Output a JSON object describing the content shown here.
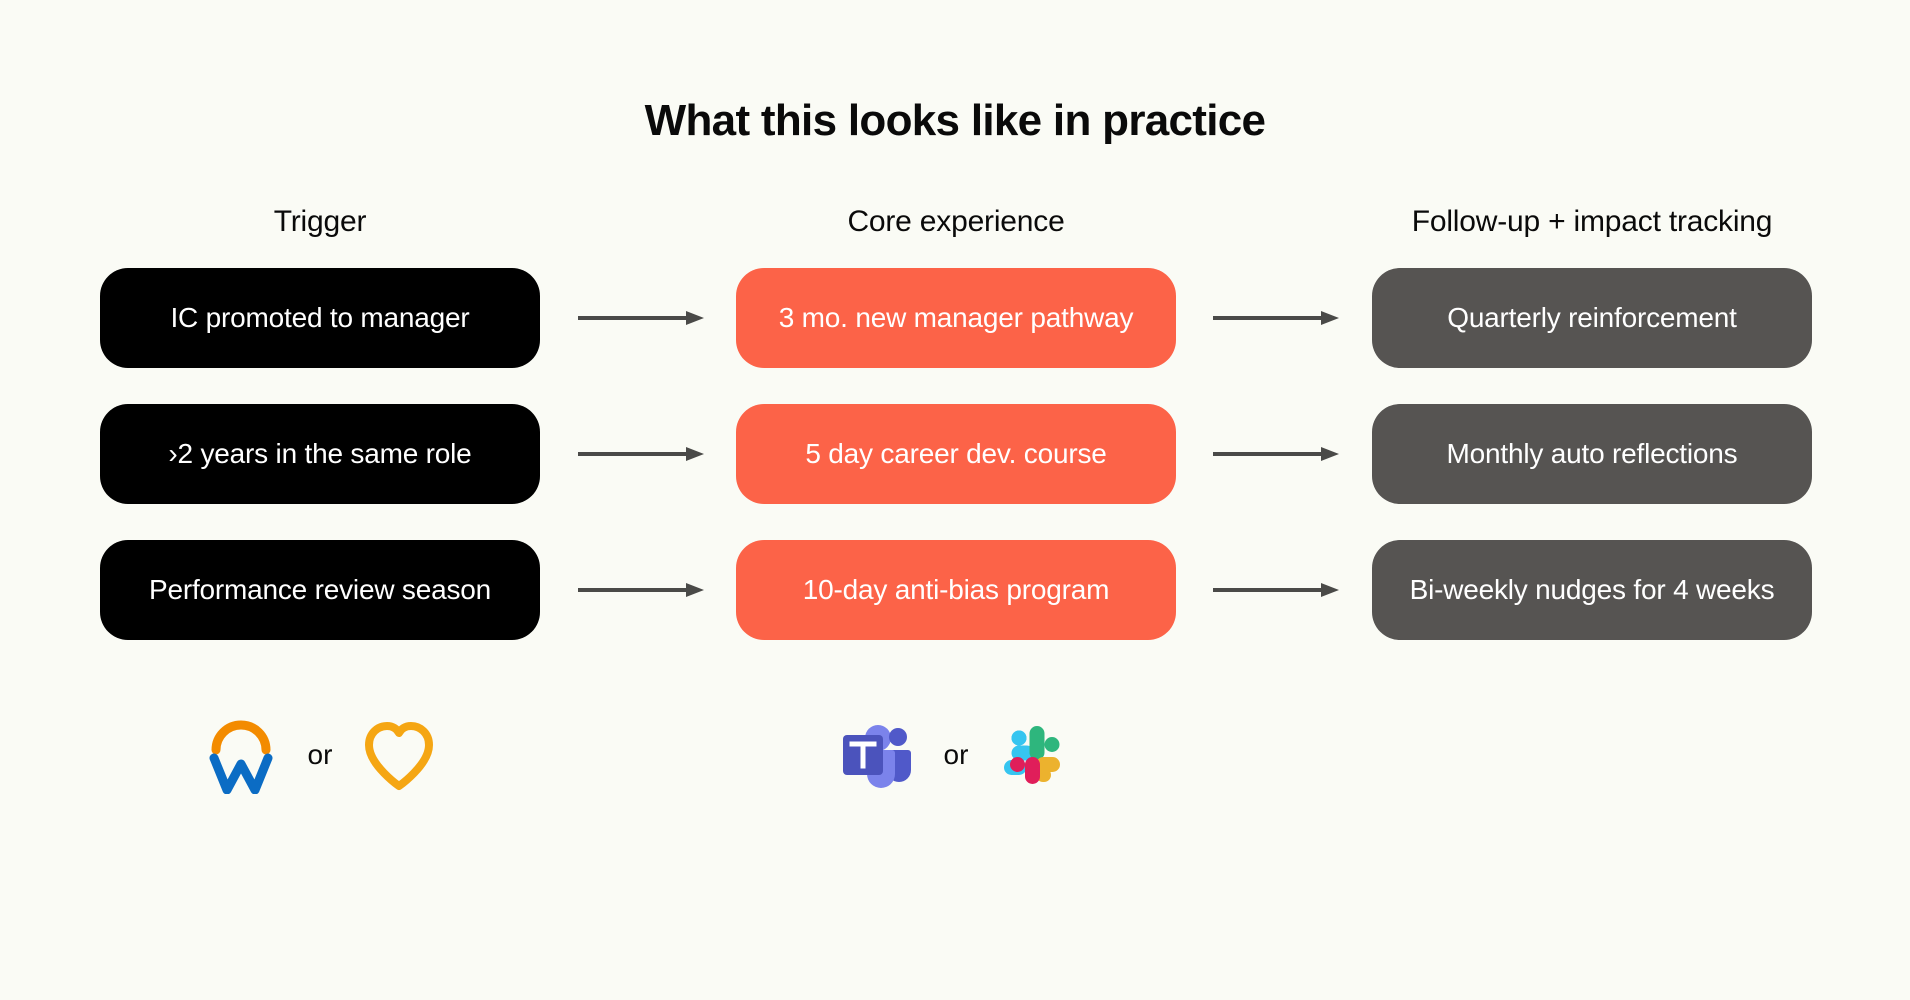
{
  "page": {
    "title": "What this looks like in practice",
    "background_color": "#FAFBF5"
  },
  "columns": [
    {
      "id": "trigger",
      "header": "Trigger"
    },
    {
      "id": "core",
      "header": "Core experience"
    },
    {
      "id": "followup",
      "header": "Follow-up + impact tracking"
    }
  ],
  "rows": [
    {
      "trigger": "IC promoted to manager",
      "core": "3 mo. new manager pathway",
      "followup": "Quarterly reinforcement"
    },
    {
      "trigger": "›2 years in the same role",
      "core": "5 day career dev. course",
      "followup": "Monthly auto reflections"
    },
    {
      "trigger": "Performance review season",
      "core": "10-day anti-bias program",
      "followup": "Bi-weekly nudges for 4 weeks"
    }
  ],
  "colors": {
    "trigger_pill": "#000000",
    "core_pill": "#FC6348",
    "followup_pill": "#565452",
    "arrow": "#4A4A48",
    "pill_text": "#FFFFFF",
    "heading_text": "#0A0A0A"
  },
  "arrows": {
    "row1_left": "arrow-right-icon",
    "row1_right": "arrow-right-icon",
    "row2_left": "arrow-right-icon",
    "row2_right": "arrow-right-icon",
    "row3_left": "arrow-right-icon",
    "row3_right": "arrow-right-icon"
  },
  "integrations": {
    "trigger_sources": {
      "first_icon": "workday-logo-icon",
      "separator": "or",
      "second_icon": "hibob-heart-logo-icon"
    },
    "delivery_channels": {
      "first_icon": "microsoft-teams-logo-icon",
      "separator": "or",
      "second_icon": "slack-logo-icon"
    }
  }
}
